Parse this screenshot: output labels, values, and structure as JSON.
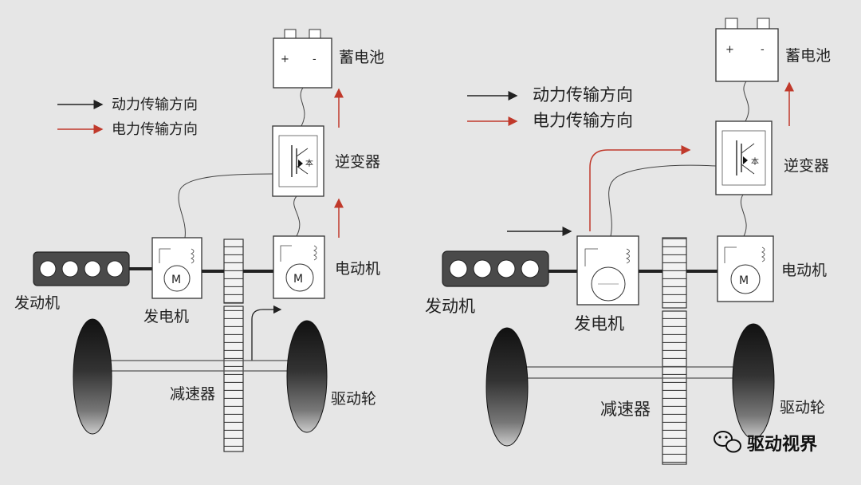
{
  "left": {
    "legend": {
      "power": "动力传输方向",
      "electric": "电力传输方向"
    },
    "battery": {
      "label": "蓄电池",
      "plus": "+",
      "minus": "-"
    },
    "inverter": {
      "label": "逆变器"
    },
    "motor": {
      "label": "电动机",
      "symbol": "M"
    },
    "generator": {
      "label": "发电机",
      "symbol": "M"
    },
    "engine": {
      "label": "发动机"
    },
    "reducer": {
      "label": "减速器"
    },
    "wheel": {
      "label": "驱动轮"
    }
  },
  "right": {
    "legend": {
      "power": "动力传输方向",
      "electric": "电力传输方向"
    },
    "battery": {
      "label": "蓄电池",
      "plus": "+",
      "minus": "-"
    },
    "inverter": {
      "label": "逆变器"
    },
    "motor": {
      "label": "电动机",
      "symbol": "M"
    },
    "generator": {
      "label": "发电机"
    },
    "engine": {
      "label": "发动机"
    },
    "reducer": {
      "label": "减速器"
    },
    "wheel": {
      "label": "驱动轮"
    }
  },
  "watermark": {
    "text": "驱动视界",
    "icon": "wechat-icon"
  },
  "colors": {
    "power_arrow": "#222222",
    "electric_arrow": "#c0392b",
    "panel_bg": "#e6e6e6"
  }
}
